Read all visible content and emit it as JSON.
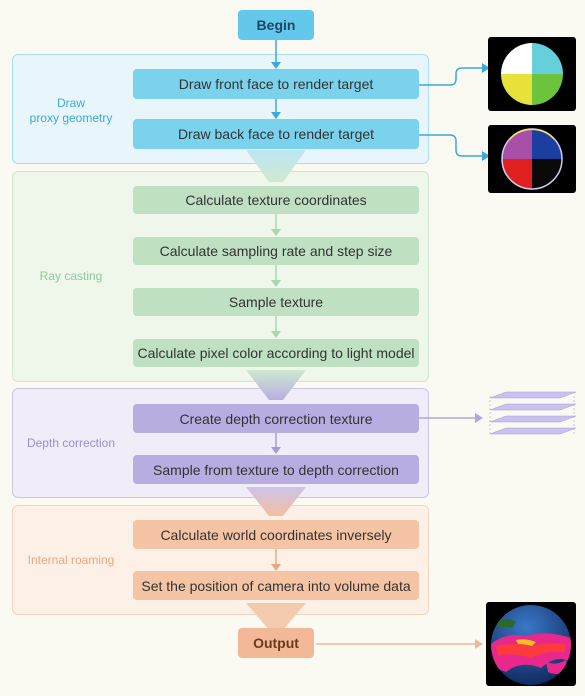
{
  "begin_label": "Begin",
  "output_label": "Output",
  "sections": [
    {
      "label": "Draw\nproxy geometry",
      "steps": [
        "Draw front face to render target",
        "Draw back face to render target"
      ]
    },
    {
      "label": "Ray casting",
      "steps": [
        "Calculate texture coordinates",
        "Calculate sampling rate and step size",
        "Sample texture",
        "Calculate pixel color according to light model"
      ]
    },
    {
      "label": "Depth correction",
      "steps": [
        "Create depth correction texture",
        "Sample from texture to depth correction"
      ]
    },
    {
      "label": "Internal roaming",
      "steps": [
        "Calculate world coordinates inversely",
        "Set the position of camera into volume data"
      ]
    }
  ],
  "colors": {
    "blue_step": "#7ad2ec",
    "blue_panel": "#e8f6fc",
    "blue_border": "#a8def0",
    "blue_text": "#3aaad8",
    "green_step": "#bfe0c3",
    "green_panel": "#eff6ea",
    "green_border": "#cfe6cf",
    "green_text": "#8fcc9a",
    "purple_step": "#b8ade0",
    "purple_panel": "#f0edf8",
    "purple_border": "#cdc4ea",
    "purple_text": "#9a8ed0",
    "orange_step": "#f5c4a4",
    "orange_panel": "#fdf0e6",
    "orange_border": "#f6d3bc",
    "orange_text": "#eba882",
    "begin": "#64c8ec",
    "output": "#f2b898"
  },
  "icons": [
    "render-front-face-icon",
    "render-back-face-icon",
    "texture-slices-icon",
    "volume-output-icon"
  ]
}
